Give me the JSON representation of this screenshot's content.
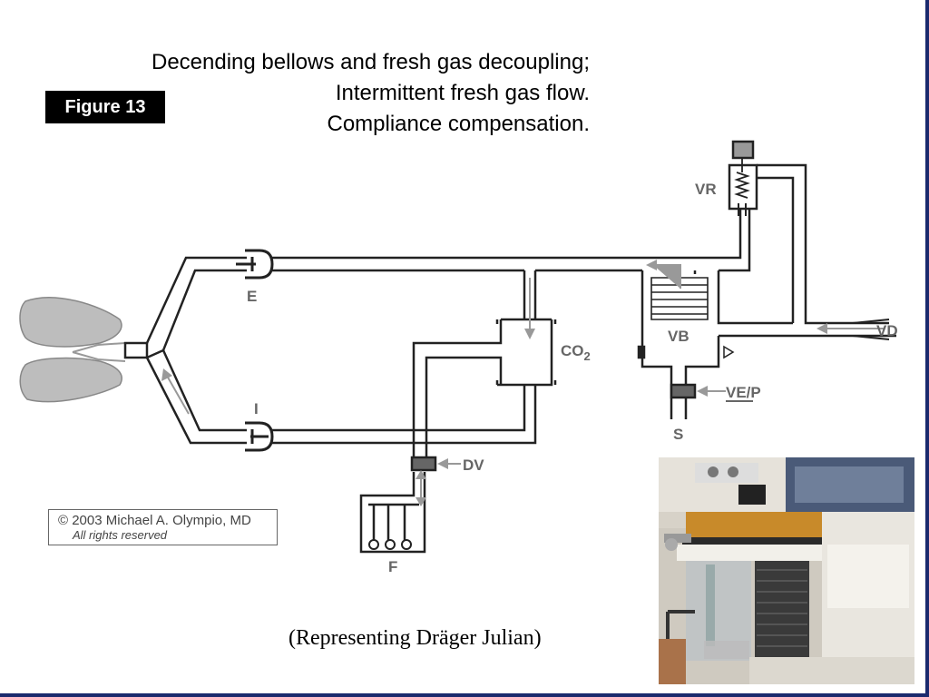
{
  "title": {
    "line1": "Decending bellows and fresh gas decoupling;",
    "line2": "Intermittent fresh gas flow.",
    "line3": "Compliance compensation."
  },
  "badge": {
    "text": "Figure 13"
  },
  "copyright": {
    "line1": "© 2003 Michael A. Olympio, MD",
    "line2": "All rights reserved"
  },
  "caption": "(Representing Dräger Julian)",
  "labels": {
    "E": "E",
    "I": "I",
    "VR": "VR",
    "VB": "VB",
    "VD": "VD",
    "CO2": "CO",
    "CO2_sub": "2",
    "VEP": "VE/P",
    "S": "S",
    "DV": "DV",
    "F": "F"
  },
  "colors": {
    "pipe": "#222222",
    "label": "#666666",
    "frame": "#1b2a6e",
    "lung": "#bdbdbd"
  }
}
